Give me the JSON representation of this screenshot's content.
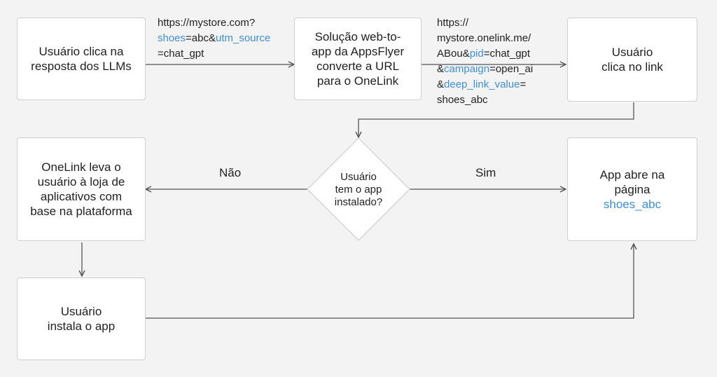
{
  "colors": {
    "highlight": "#3f8fd6",
    "box_border": "#cfcfcf",
    "arrow": "#555555",
    "background": "#f3f3f3"
  },
  "nodes": {
    "user_clicks_llm": [
      "Usuário clica na",
      "resposta dos LLMs"
    ],
    "appsflyer_solution": [
      "Solução web-to-",
      "app da AppsFlyer",
      "converte a URL",
      "para o OneLink"
    ],
    "user_clicks_link": [
      "Usuário",
      "clica no link"
    ],
    "decision": [
      "Usuário",
      "tem o app",
      "instalado?"
    ],
    "onelink_store": [
      "OneLink leva o",
      "usuário à loja de",
      "aplicativos com",
      "base na plataforma"
    ],
    "app_opens": {
      "line1": "App abre na",
      "line2_prefix": "página ",
      "line2_highlight": "shoes_abc"
    },
    "user_installs": [
      "Usuário",
      "instala o app"
    ]
  },
  "edges": {
    "no": "Não",
    "yes": "Sim"
  },
  "url_label_1": {
    "line1": "https://mystore.com?",
    "line2": {
      "a": "shoes",
      "b": "=abc&",
      "c": "utm_source"
    },
    "line3": "=chat_gpt"
  },
  "url_label_2": {
    "line1": "https://",
    "line2": "mystore.onelink.me/",
    "line3": {
      "a": "ABou&",
      "b": "pid",
      "c": "=chat_gpt"
    },
    "line4": {
      "a": "&",
      "b": "campaign",
      "c": "=open_ai"
    },
    "line5": {
      "a": "&",
      "b": "deep_link_value",
      "c": "="
    },
    "line6": "shoes_abc"
  }
}
